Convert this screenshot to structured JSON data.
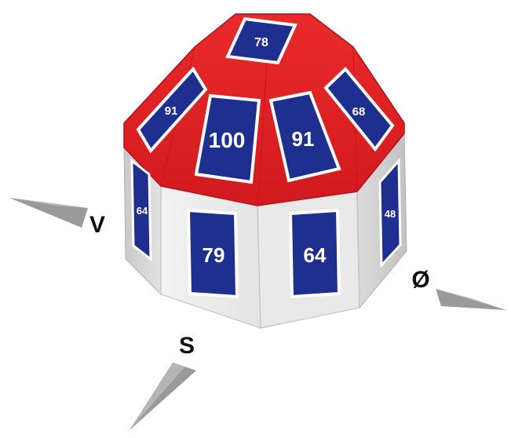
{
  "colors": {
    "roof": "#e01e22",
    "roof_dark": "#b5141a",
    "wall_light": "#ececec",
    "wall_mid": "#d4d4d4",
    "wall_dark": "#bdbdbd",
    "panel": "#1e2f8f",
    "panel_border": "#ffffff",
    "panel_text": "#ffffff",
    "label_text": "#111111",
    "pointer": "#9a9a9a"
  },
  "roof_panels": {
    "top": "78",
    "upper_left": "91",
    "upper_right": "68",
    "center_left": "100",
    "center_right": "91"
  },
  "wall_panels": {
    "left_side": "64",
    "front_left": "79",
    "front_right": "64",
    "right_side": "48"
  },
  "directions": {
    "west": "V",
    "south": "S",
    "east": "Ø"
  }
}
